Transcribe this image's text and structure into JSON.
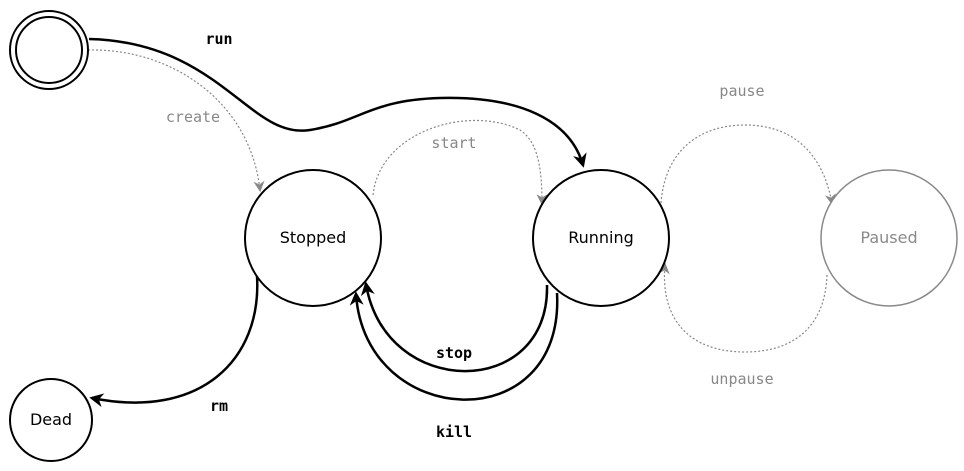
{
  "colors": {
    "primary": "#000000",
    "secondary": "#888888",
    "paused_text": "#8a8a8a"
  },
  "states": {
    "initial": {
      "label": ""
    },
    "stopped": {
      "label": "Stopped"
    },
    "running": {
      "label": "Running"
    },
    "paused": {
      "label": "Paused"
    },
    "dead": {
      "label": "Dead"
    }
  },
  "transitions": {
    "run": "run",
    "create": "create",
    "start": "start",
    "stop": "stop",
    "kill": "kill",
    "rm": "rm",
    "pause": "pause",
    "unpause": "unpause"
  }
}
